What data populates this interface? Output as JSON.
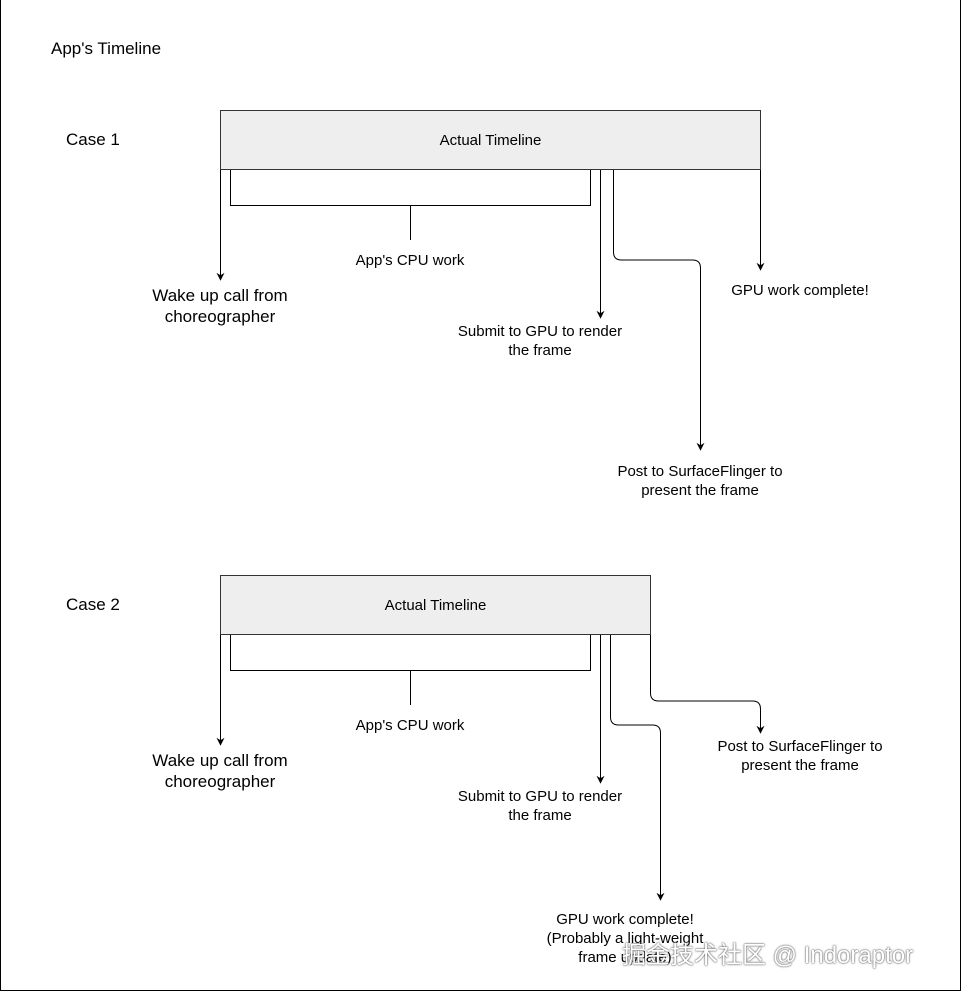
{
  "title": "App's Timeline",
  "cases": [
    {
      "label": "Case 1",
      "box_label": "Actual Timeline",
      "cpu_label": "App's CPU work",
      "wake_label": [
        "Wake up call from",
        "choreographer"
      ],
      "submit_label": [
        "Submit to GPU to render",
        "the frame"
      ],
      "post_label": [
        "Post to SurfaceFlinger to",
        "present the frame"
      ],
      "gpu_label": [
        "GPU work complete!"
      ]
    },
    {
      "label": "Case 2",
      "box_label": "Actual Timeline",
      "cpu_label": "App's CPU work",
      "wake_label": [
        "Wake up call from",
        "choreographer"
      ],
      "submit_label": [
        "Submit to GPU to render",
        "the frame"
      ],
      "post_label": [
        "Post to SurfaceFlinger to",
        "present the frame"
      ],
      "gpu_label": [
        "GPU work complete!",
        "(Probably a light-weight",
        "frame update)"
      ]
    }
  ],
  "watermark": "掘金技术社区 @ Indoraptor"
}
